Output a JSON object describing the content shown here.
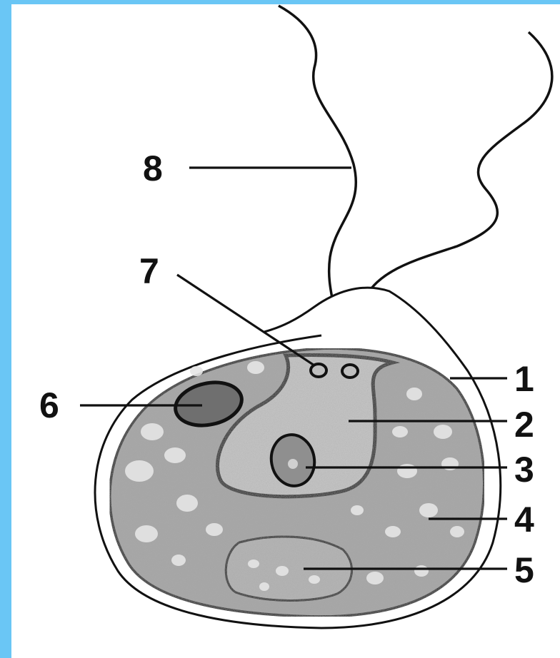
{
  "diagram": {
    "callouts": [
      {
        "id": "1",
        "label": "1"
      },
      {
        "id": "2",
        "label": "2"
      },
      {
        "id": "3",
        "label": "3"
      },
      {
        "id": "4",
        "label": "4"
      },
      {
        "id": "5",
        "label": "5"
      },
      {
        "id": "6",
        "label": "6"
      },
      {
        "id": "7",
        "label": "7"
      },
      {
        "id": "8",
        "label": "8"
      }
    ]
  },
  "colors": {
    "frame": "#6ac6f5",
    "paper": "#ffffff",
    "cytoplasm": "#a9a9a9",
    "reservoir": "#c9c9c9",
    "stigma": "#6f6f6f",
    "outline": "#111111"
  }
}
